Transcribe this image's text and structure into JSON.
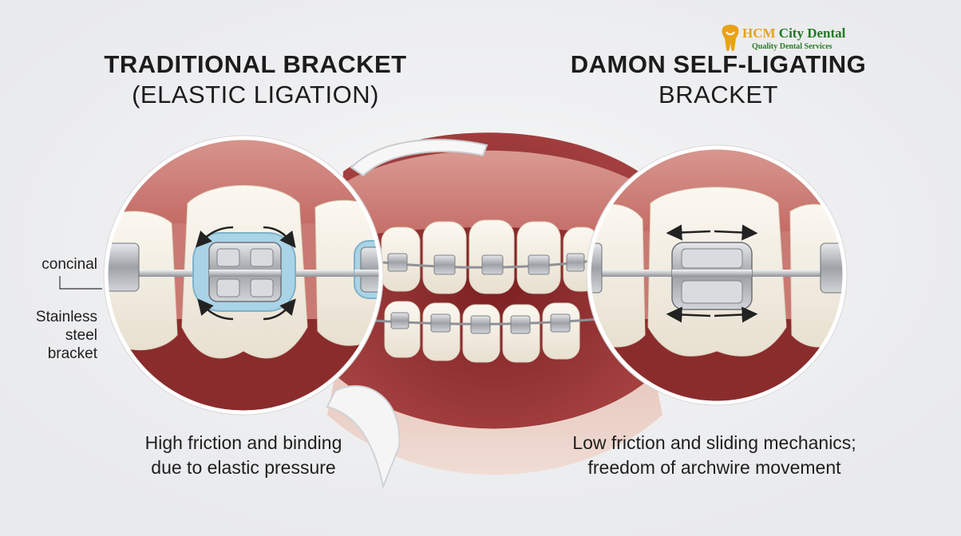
{
  "logo": {
    "name_prefix": "HCM",
    "name_rest": " City Dental",
    "tagline": "Quality Dental Services"
  },
  "left_panel": {
    "title_line1": "TRADITIONAL BRACKET",
    "title_line2": "(ELASTIC LIGATION)",
    "caption_line1": "High friction and binding",
    "caption_line2": "due to elastic pressure",
    "labels": {
      "concinal": "concinal",
      "steel_line1": "Stainless",
      "steel_line2": "steel",
      "steel_line3": "bracket"
    }
  },
  "right_panel": {
    "title_line1": "DAMON SELF-LIGATING",
    "title_line2": "BRACKET",
    "caption_line1": "Low friction and sliding mechanics;",
    "caption_line2": "freedom of archwire movement"
  },
  "colors": {
    "gum": "#c8766f",
    "gum_dark": "#8a2c2c",
    "tooth": "#f4efe4",
    "metal": "#b9bcc0",
    "elastic": "#a9d3e6",
    "logo_orange": "#e8a317",
    "logo_green": "#1f7a1f"
  }
}
